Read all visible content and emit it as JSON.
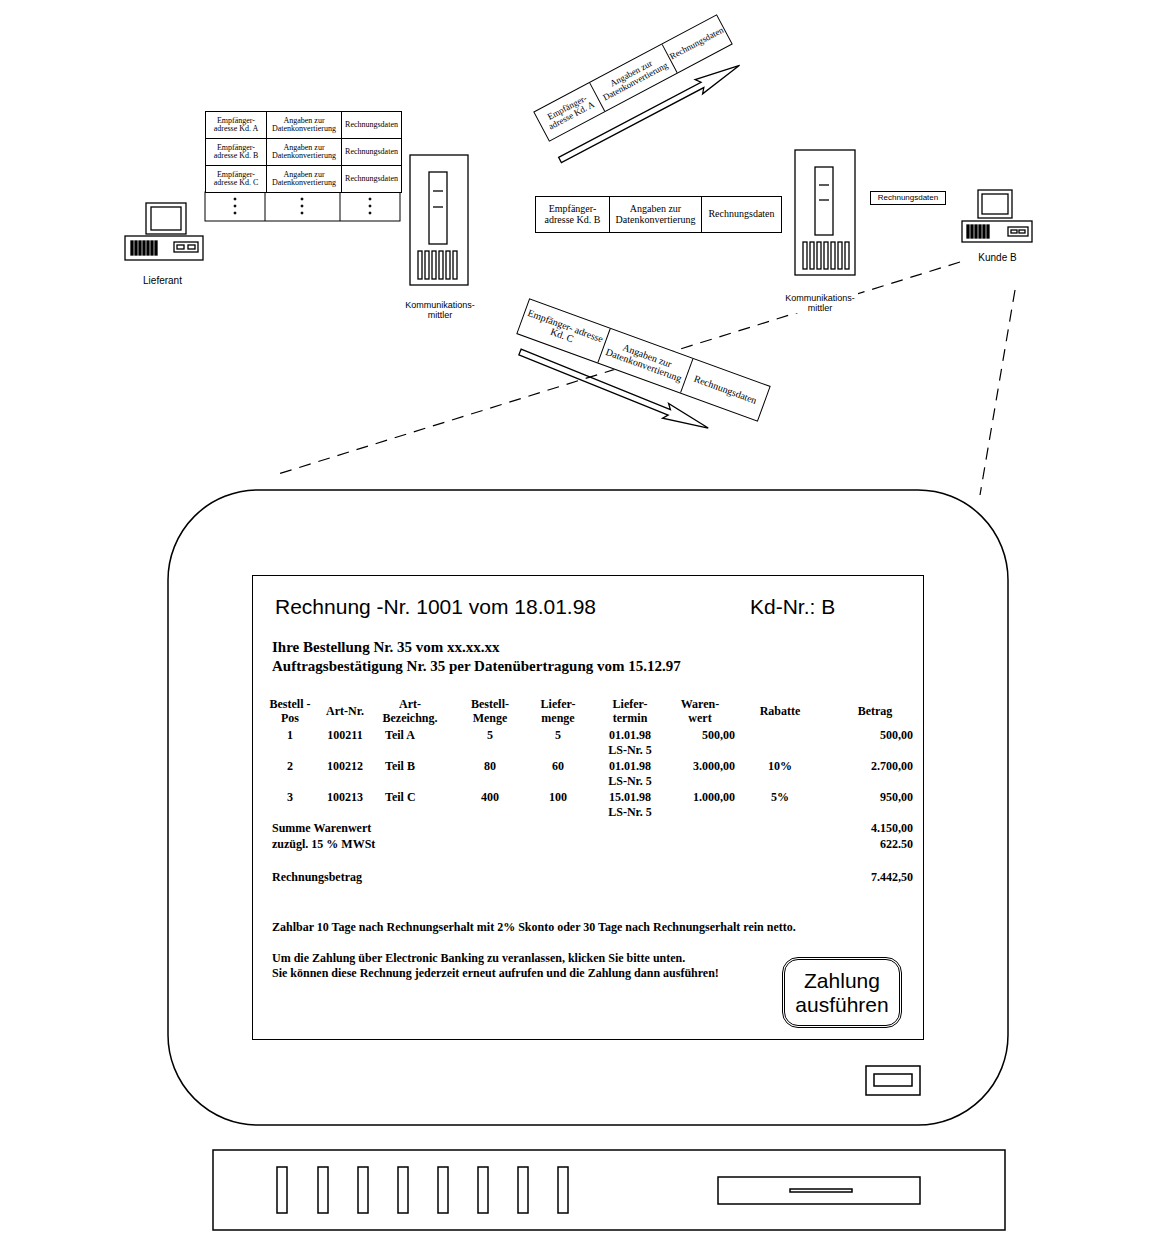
{
  "diagram": {
    "nodes": [
      {
        "text": [
          "Lieferant"
        ]
      },
      {
        "text": [
          "Empfänger- adresse Kd. A",
          "Angaben zur Datenkonvertierung",
          "Rechnungsdaten"
        ]
      },
      {
        "text": [
          "Empfänger- adresse Kd. B",
          "Angaben zur Datenkonvertierung",
          "Rechnungsdaten"
        ]
      },
      {
        "text": [
          "Empfänger- adresse Kd. C",
          "Angaben zur Datenkonvertierung",
          "Rechnungsdaten"
        ]
      },
      {
        "text": [
          "Kommunikations- mittler"
        ]
      },
      {
        "text": [
          "Empfänger- adresse Kd. A",
          "Angaben zur Datenkonvertierung",
          "Rechnungsdaten"
        ]
      },
      {
        "text": [
          "Empfänger- adresse Kd. B",
          "Angaben zur Datenkonvertierung",
          "Rechnungsdaten"
        ]
      },
      {
        "text": [
          "Empfänger- adresse Kd. C",
          "Angaben zur Datenkonvertierung",
          "Rechnungsdaten"
        ]
      },
      {
        "text": [
          "Kommunikations- mittler"
        ]
      },
      {
        "text": [
          "Rechnungsdaten"
        ]
      },
      {
        "text": [
          "Kunde B"
        ]
      },
      {
        "text": [
          "Rechnung -Nr. 1001 vom 18.01.98",
          "Kd-Nr.: B",
          "Ihre Bestellung Nr. 35 vom xx.xx.xx",
          "Auftragsbestätigung Nr. 35 per Datenübertragung vom 15.12.97",
          "Zahlbar 10 Tage nach Rechnungserhalt mit 2% Skonto oder 30 Tage nach Rechnungserhalt rein netto.",
          "Um die Zahlung über Electronic Banking zu veranlassen, klicken Sie bitte unten.",
          "Sie können diese Rechnung jederzeit erneut aufrufen und die Zahlung dann ausführen!"
        ]
      },
      {
        "text": [
          "Zahlung ausführen"
        ],
        "in": 11
      }
    ],
    "edges": [
      {
        "from": 0,
        "to": 4,
        "arrow": "to"
      },
      {
        "from": 4,
        "to": 8,
        "arrow": "to"
      },
      {
        "from": 8,
        "to": 10,
        "arrow": "to"
      }
    ],
    "labels": [
      "Bestell -Pos",
      "Art-Nr.",
      "Art- Bezeichng.",
      "Bestell- Menge",
      "Liefer- menge",
      "Liefer- termin",
      "Waren- wert",
      "Rabatte",
      "Betrag",
      "1",
      "100211",
      "Teil A",
      "5",
      "5",
      "01.01.98",
      "LS-Nr. 5",
      "500,00",
      "500,00",
      "2",
      "100212",
      "Teil B",
      "80",
      "60",
      "01.01.98",
      "LS-Nr. 5",
      "3.000,00",
      "10%",
      "2.700,00",
      "3",
      "100213",
      "Teil C",
      "400",
      "100",
      "15.01.98",
      "LS-Nr. 5",
      "1.000,00",
      "5%",
      "950,00",
      "Summe Warenwert",
      "4.150,00",
      "zuzügl. 15 % MWSt",
      "622.50",
      "Rechnungsbetrag",
      "7.442,50"
    ]
  }
}
